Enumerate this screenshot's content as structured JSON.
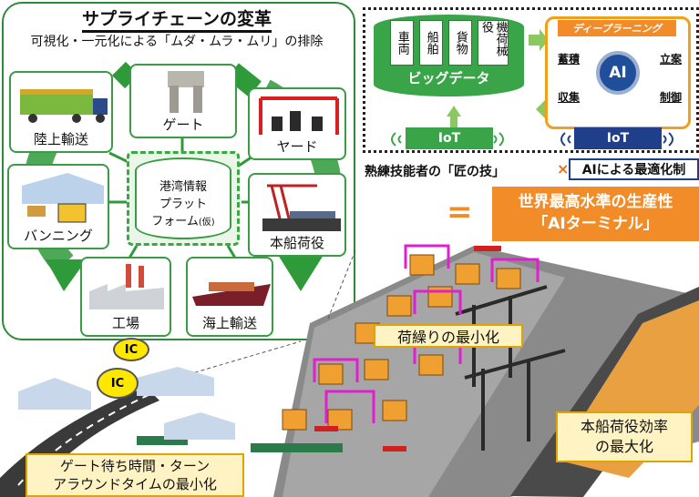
{
  "supply_chain": {
    "title": "サプライチェーンの変革",
    "subtitle": "可視化・一元化による「ムダ・ムラ・ムリ」の排除",
    "nodes": {
      "land": "陸上輸送",
      "gate": "ゲート",
      "yard": "ヤード",
      "vanning": "バンニング",
      "vessel": "本船荷役",
      "factory": "工場",
      "sea": "海上輸送"
    },
    "platform": {
      "line1": "港湾情報",
      "line2": "プラット",
      "line3": "フォーム",
      "line3_note": "(仮)"
    }
  },
  "bigdata": {
    "items": [
      "車両",
      "船舶",
      "貨物",
      "機荷械役"
    ],
    "label": "ビッグデータ",
    "deep_learning": "ディープラーニング",
    "cycle": {
      "store": "蓄積",
      "plan": "立案",
      "collect": "収集",
      "control": "制御"
    },
    "ai": "AI",
    "iot_left": "IoT",
    "iot_right": "IoT"
  },
  "formula": {
    "expert": "熟練技能者の「匠の技」",
    "times": "×",
    "ai_opt": "AIによる最適化制",
    "equal": "=",
    "result_line1": "世界最高水準の生産性",
    "result_line2": "「AIターミナル」"
  },
  "scene": {
    "rehandle": "荷繰りの最小化",
    "vessel_eff_line1": "本船荷役効率",
    "vessel_eff_line2": "の最大化",
    "gate_wait_line1": "ゲート待ち時間・ターン",
    "gate_wait_line2": "アラウンドタイムの最小化",
    "ic1": "IC",
    "ic2": "IC"
  },
  "colors": {
    "green": "#3aa548",
    "orange": "#f28c28",
    "navy": "#1f3f8a",
    "magenta": "#e020d0",
    "container": "#f0a030"
  }
}
